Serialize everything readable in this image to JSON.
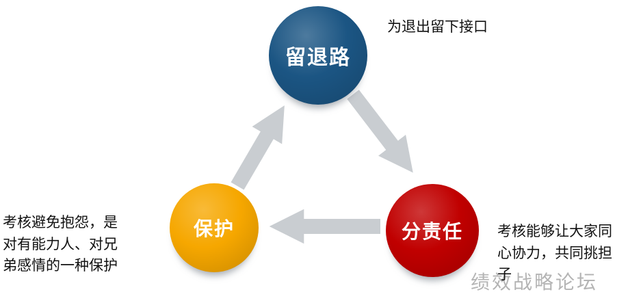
{
  "diagram": {
    "nodes": [
      {
        "id": "top",
        "label": "留退路",
        "color": "#1b5583"
      },
      {
        "id": "right",
        "label": "分责任",
        "color": "#c00000"
      },
      {
        "id": "left",
        "label": "保护",
        "color": "#f6a700"
      }
    ],
    "arrow_color": "#c9cdd1",
    "annotations": {
      "top_right": "为退出留下接口",
      "bottom_left_lines": [
        "考核避免抱怨，是",
        "对有能力人、对兄",
        "弟感情的一种保护"
      ],
      "bottom_right_lines": [
        "考核能够让大家同",
        "心协力，共同挑担",
        "子"
      ]
    },
    "watermark": "绩效战略论坛"
  }
}
